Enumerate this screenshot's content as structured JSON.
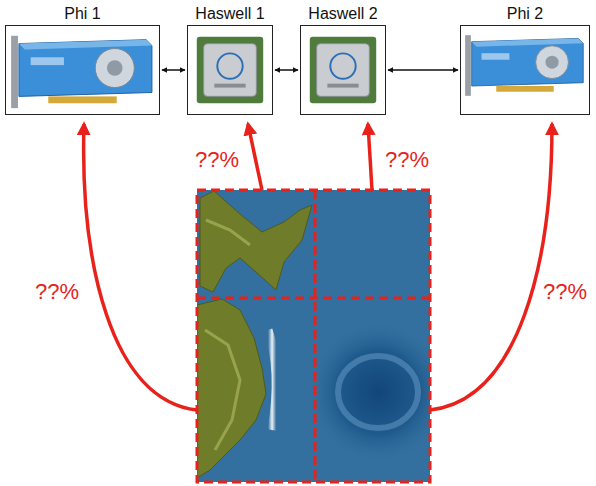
{
  "diagram": {
    "nodes": [
      {
        "text": [
          "Phi 1"
        ]
      },
      {
        "text": [
          "Haswell 1"
        ]
      },
      {
        "text": [
          "Haswell 2"
        ]
      },
      {
        "text": [
          "Phi 2"
        ]
      }
    ],
    "edges": [
      {
        "from": 0,
        "to": 1,
        "arrow": "both"
      },
      {
        "from": 1,
        "to": 2,
        "arrow": "both"
      },
      {
        "from": 2,
        "to": 3,
        "arrow": "both"
      }
    ],
    "labels": [
      "??%",
      "??%",
      "??%",
      "??%"
    ]
  }
}
